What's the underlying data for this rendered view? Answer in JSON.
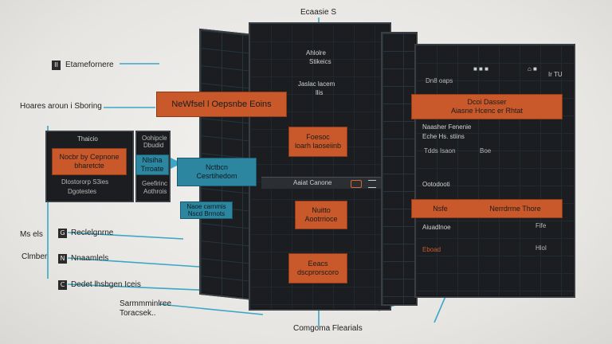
{
  "colors": {
    "orange": "#c9592a",
    "teal": "#2d86a0",
    "panel": "#1b1d21",
    "line": "#3aa7c4"
  },
  "top": {
    "title": "Ecaasie S"
  },
  "bottom": {
    "caption": "Comgoma Flearials"
  },
  "left_labels": {
    "element": "Etamefornere",
    "element_mark": "II",
    "hoares": "Hoares aroun i Sboring",
    "ms": "Ms els",
    "ms_mark": "G",
    "reclelgnrne": "Reclelgnrne",
    "clmber": "Clmber",
    "ns_mark": "N",
    "ns": "Nnaamlels",
    "c_mark": "C",
    "dedet": "Dedet lhsbgen Iceis",
    "sarmminre": "Sarmmminlree",
    "toracsek": "Toracsek.."
  },
  "left_panel": {
    "title": "Thaicio",
    "orange_box": [
      "Nocbr by Cepnone",
      "bharetcte"
    ],
    "footer": [
      "Dlostororp S3ies",
      "Dgotestes"
    ],
    "side_top": [
      "Oohipcle",
      "Dbudid"
    ],
    "side_blue": [
      "Nlsiha",
      "Trroate"
    ],
    "side_bottom": [
      "Geefirinc",
      "Aothrois"
    ]
  },
  "center": {
    "top_text": [
      "Ahlolre",
      "Stikeics"
    ],
    "mid_text": [
      "Jaslac lacem",
      "llis"
    ],
    "header_box": "NeWfsel l Oepsnbe Eoins",
    "box1": [
      "Foesoc",
      "loarh laoseiinb"
    ],
    "blue_box": [
      "Nctbcn",
      "Cesrtihedom"
    ],
    "divider_label": "Aaiat Canone",
    "box2": [
      "Nuitto",
      "Aootrrioce"
    ],
    "box3": [
      "Eeacs",
      "dscprorscoro"
    ],
    "blue_small": [
      "Naoe carnmis",
      "Nscd Brrnots"
    ]
  },
  "right_panel": {
    "top_icons": [
      "■ ■ ■",
      "⌂ ■",
      "Ir TU"
    ],
    "top_small": "Dn8 oaps",
    "box1": [
      "Dcoi Dasser",
      "Aiasne Hcenc er Rhtat"
    ],
    "text2": [
      "Naasher Fenenie",
      "Eche Hs. stiins"
    ],
    "row2": [
      "Tdds Isaon",
      "Boe"
    ],
    "label3": "Ootodooti",
    "box4": [
      "Nsfe",
      "Nerrdrrne Thore"
    ],
    "label5": [
      "Aiuadlnoe",
      "Eboad"
    ],
    "right5": [
      "Fife",
      "Hlol"
    ]
  }
}
